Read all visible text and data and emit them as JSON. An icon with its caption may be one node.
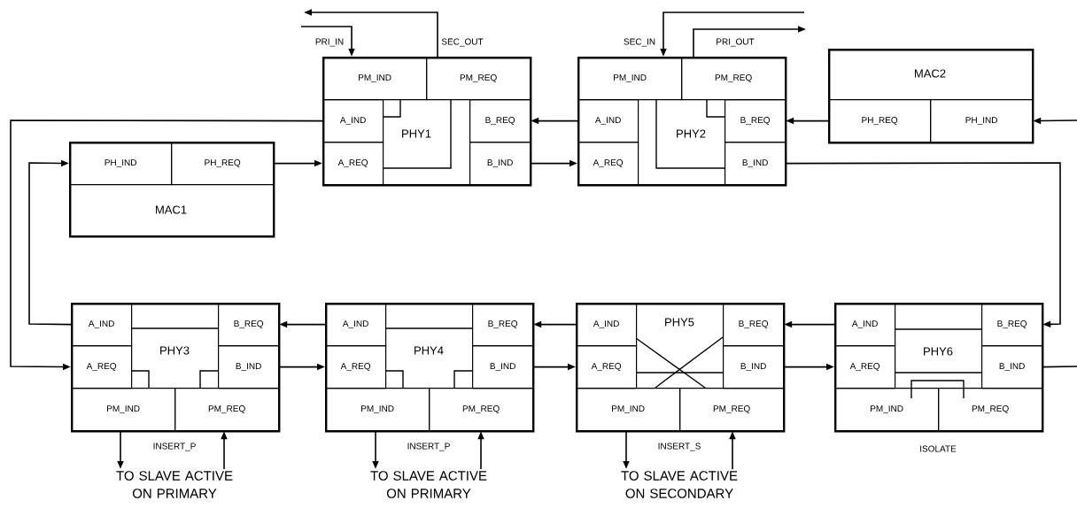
{
  "diagram": {
    "nodes": [
      {
        "text": [
          "PHY1"
        ]
      },
      {
        "text": [
          "PM_IND"
        ],
        "in": 0
      },
      {
        "text": [
          "PM_REQ"
        ],
        "in": 0
      },
      {
        "text": [
          "A_IND"
        ],
        "in": 0
      },
      {
        "text": [
          "B_REQ"
        ],
        "in": 0
      },
      {
        "text": [
          "A_REQ"
        ],
        "in": 0
      },
      {
        "text": [
          "B_IND"
        ],
        "in": 0
      },
      {
        "text": [
          "PHY2"
        ]
      },
      {
        "text": [
          "PM_IND"
        ],
        "in": 7
      },
      {
        "text": [
          "PM_REQ"
        ],
        "in": 7
      },
      {
        "text": [
          "A_IND"
        ],
        "in": 7
      },
      {
        "text": [
          "B_REQ"
        ],
        "in": 7
      },
      {
        "text": [
          "A_REQ"
        ],
        "in": 7
      },
      {
        "text": [
          "B_IND"
        ],
        "in": 7
      },
      {
        "text": [
          "MAC2"
        ]
      },
      {
        "text": [
          "PH_REQ"
        ],
        "in": 14
      },
      {
        "text": [
          "PH_IND"
        ],
        "in": 14
      },
      {
        "text": [
          "MAC1"
        ]
      },
      {
        "text": [
          "PH_IND"
        ],
        "in": 17
      },
      {
        "text": [
          "PH_REQ"
        ],
        "in": 17
      },
      {
        "text": [
          "PHY3"
        ],
        "beside": [
          "INSERT_P"
        ]
      },
      {
        "text": [
          "A_IND"
        ],
        "in": 20
      },
      {
        "text": [
          "B_REQ"
        ],
        "in": 20
      },
      {
        "text": [
          "A_REQ"
        ],
        "in": 20
      },
      {
        "text": [
          "B_IND"
        ],
        "in": 20
      },
      {
        "text": [
          "PM_IND"
        ],
        "in": 20
      },
      {
        "text": [
          "PM_REQ"
        ],
        "in": 20
      },
      {
        "text": [
          "PHY4"
        ],
        "beside": [
          "INSERT_P"
        ]
      },
      {
        "text": [
          "A_IND"
        ],
        "in": 27
      },
      {
        "text": [
          "B_REQ"
        ],
        "in": 27
      },
      {
        "text": [
          "A_REQ"
        ],
        "in": 27
      },
      {
        "text": [
          "B_IND"
        ],
        "in": 27
      },
      {
        "text": [
          "PM_IND"
        ],
        "in": 27
      },
      {
        "text": [
          "PM_REQ"
        ],
        "in": 27
      },
      {
        "text": [
          "PHY5"
        ],
        "beside": [
          "INSERT_S"
        ]
      },
      {
        "text": [
          "A_IND"
        ],
        "in": 34
      },
      {
        "text": [
          "B_REQ"
        ],
        "in": 34
      },
      {
        "text": [
          "A_REQ"
        ],
        "in": 34
      },
      {
        "text": [
          "B_IND"
        ],
        "in": 34
      },
      {
        "text": [
          "PM_IND"
        ],
        "in": 34
      },
      {
        "text": [
          "PM_REQ"
        ],
        "in": 34
      },
      {
        "text": [
          "PHY6"
        ],
        "beside": [
          "ISOLATE"
        ]
      },
      {
        "text": [
          "A_IND"
        ],
        "in": 41
      },
      {
        "text": [
          "B_REQ"
        ],
        "in": 41
      },
      {
        "text": [
          "A_REQ"
        ],
        "in": 41
      },
      {
        "text": [
          "B_IND"
        ],
        "in": 41
      },
      {
        "text": [
          "PM_IND"
        ],
        "in": 41
      },
      {
        "text": [
          "PM_REQ"
        ],
        "in": 41
      },
      {
        "text": [
          "TO SLAVE ACTIVE ON PRIMARY"
        ]
      },
      {
        "text": [
          "TO SLAVE ACTIVE ON PRIMARY"
        ]
      },
      {
        "text": [
          "TO SLAVE ACTIVE ON SECONDARY"
        ]
      }
    ],
    "edges": [
      {
        "from": 10,
        "to": 4,
        "arrow": "to"
      },
      {
        "from": 6,
        "to": 12,
        "arrow": "to"
      },
      {
        "from": 19,
        "to": 5,
        "arrow": "to"
      },
      {
        "from": 3,
        "to": 23,
        "arrow": "to"
      },
      {
        "from": 21,
        "to": 18,
        "arrow": "to"
      },
      {
        "from": 15,
        "to": 11,
        "arrow": "to"
      },
      {
        "from": null,
        "to": 16,
        "arrow": "to"
      },
      {
        "from": 13,
        "to": 43,
        "arrow": "to"
      },
      {
        "from": 42,
        "to": 36,
        "arrow": "to"
      },
      {
        "from": 35,
        "to": 29,
        "arrow": "to"
      },
      {
        "from": 28,
        "to": 22,
        "arrow": "to"
      },
      {
        "from": 24,
        "to": 30,
        "arrow": "to"
      },
      {
        "from": 31,
        "to": 37,
        "arrow": "to"
      },
      {
        "from": 38,
        "to": 44,
        "arrow": "to"
      },
      {
        "from": 45,
        "to": null,
        "arrow": "none"
      },
      {
        "from": null,
        "to": 1,
        "arrow": "to",
        "label": "PRI_IN"
      },
      {
        "from": 2,
        "to": null,
        "arrow": "to",
        "label": "SEC_OUT"
      },
      {
        "from": null,
        "to": 8,
        "arrow": "to",
        "label": "SEC_IN"
      },
      {
        "from": 9,
        "to": null,
        "arrow": "to",
        "label": "PRI_OUT"
      },
      {
        "from": 25,
        "to": 48,
        "arrow": "to"
      },
      {
        "from": 48,
        "to": 26,
        "arrow": "to"
      },
      {
        "from": 32,
        "to": 49,
        "arrow": "to"
      },
      {
        "from": 49,
        "to": 33,
        "arrow": "to"
      },
      {
        "from": 39,
        "to": 50,
        "arrow": "to"
      },
      {
        "from": 50,
        "to": 40,
        "arrow": "to"
      }
    ]
  }
}
